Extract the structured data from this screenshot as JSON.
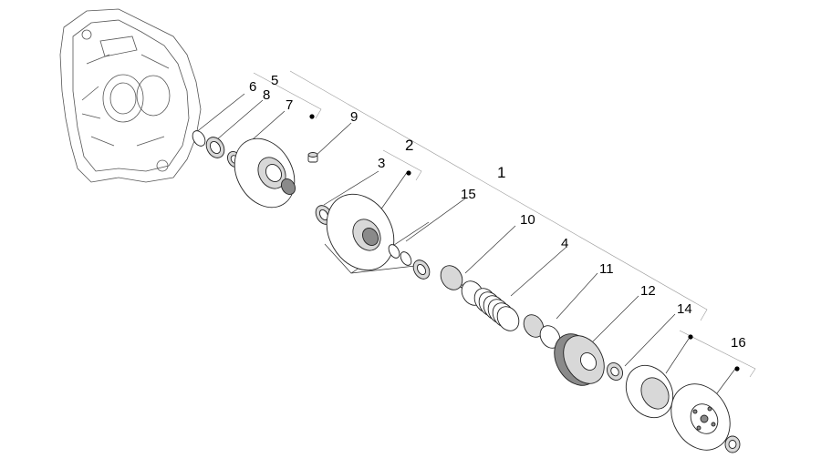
{
  "callouts": {
    "c1": "1",
    "c2": "2",
    "c3": "3",
    "c4": "4",
    "c5": "5",
    "c6": "6",
    "c7": "7",
    "c8": "8",
    "c9": "9",
    "c10": "10",
    "c11": "11",
    "c12": "12",
    "c14": "14",
    "c15": "15",
    "c16": "16"
  },
  "colors": {
    "line": "#333333",
    "part_fill": "#ffffff",
    "part_shade": "#d8d8d8",
    "part_dark": "#8a8a8a"
  }
}
